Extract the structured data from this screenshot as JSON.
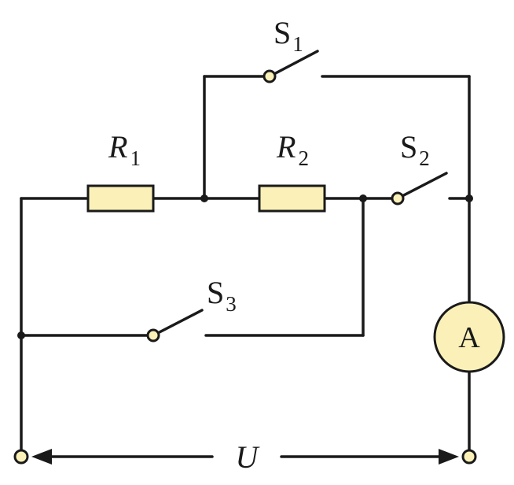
{
  "labels": {
    "s1": {
      "main": "S",
      "sub": "1"
    },
    "s2": {
      "main": "S",
      "sub": "2"
    },
    "s3": {
      "main": "S",
      "sub": "3"
    },
    "r1": {
      "main": "R",
      "sub": "1"
    },
    "r2": {
      "main": "R",
      "sub": "2"
    },
    "voltage": "U",
    "ammeter": "A"
  },
  "colors": {
    "component_fill": "#fbf1b8",
    "line": "#1a1a1a"
  }
}
